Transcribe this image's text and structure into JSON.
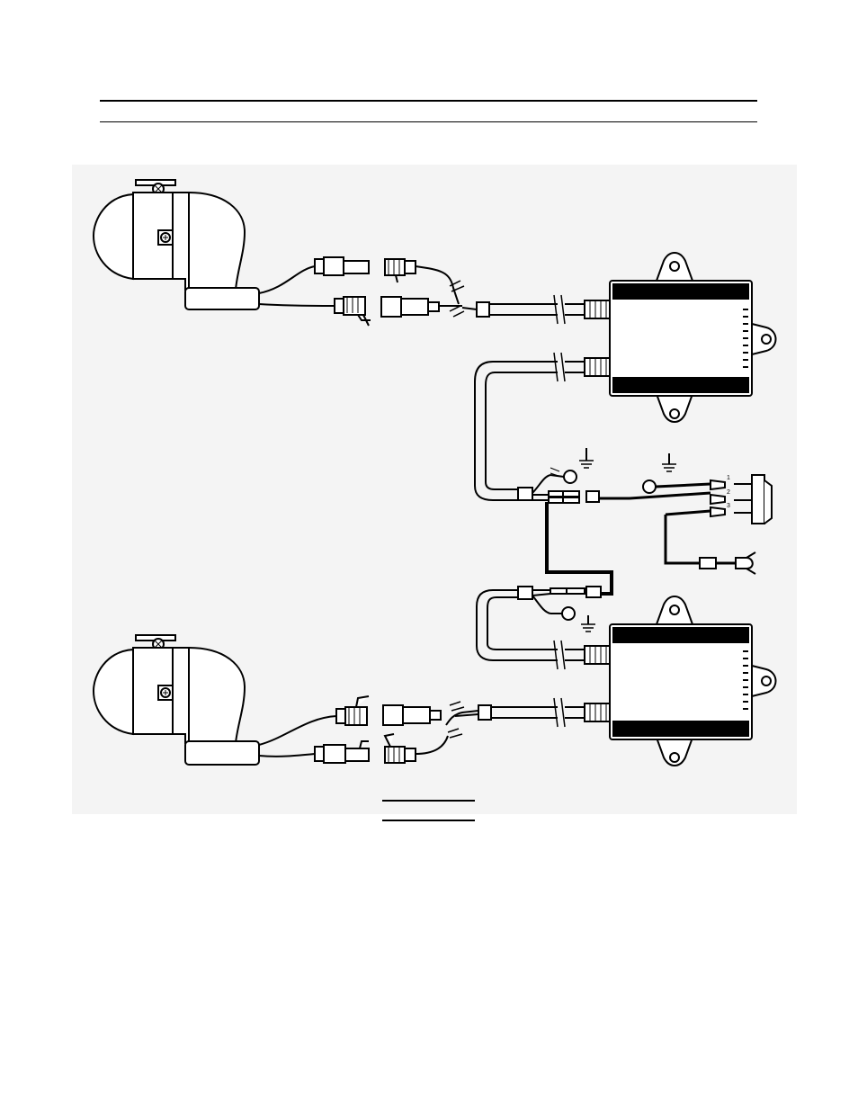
{
  "document": {
    "header_text": "",
    "figure_caption": ""
  },
  "diagram": {
    "components": [
      {
        "name": "upper-lamp",
        "type": "lamp"
      },
      {
        "name": "lower-lamp",
        "type": "lamp"
      },
      {
        "name": "upper-ballast",
        "type": "ballast"
      },
      {
        "name": "lower-ballast",
        "type": "ballast"
      },
      {
        "name": "rocker-switch",
        "type": "switch"
      },
      {
        "name": "inline-fuse",
        "type": "fuse"
      }
    ],
    "switch_terminal_marks": [
      "1",
      "2",
      "3"
    ]
  }
}
